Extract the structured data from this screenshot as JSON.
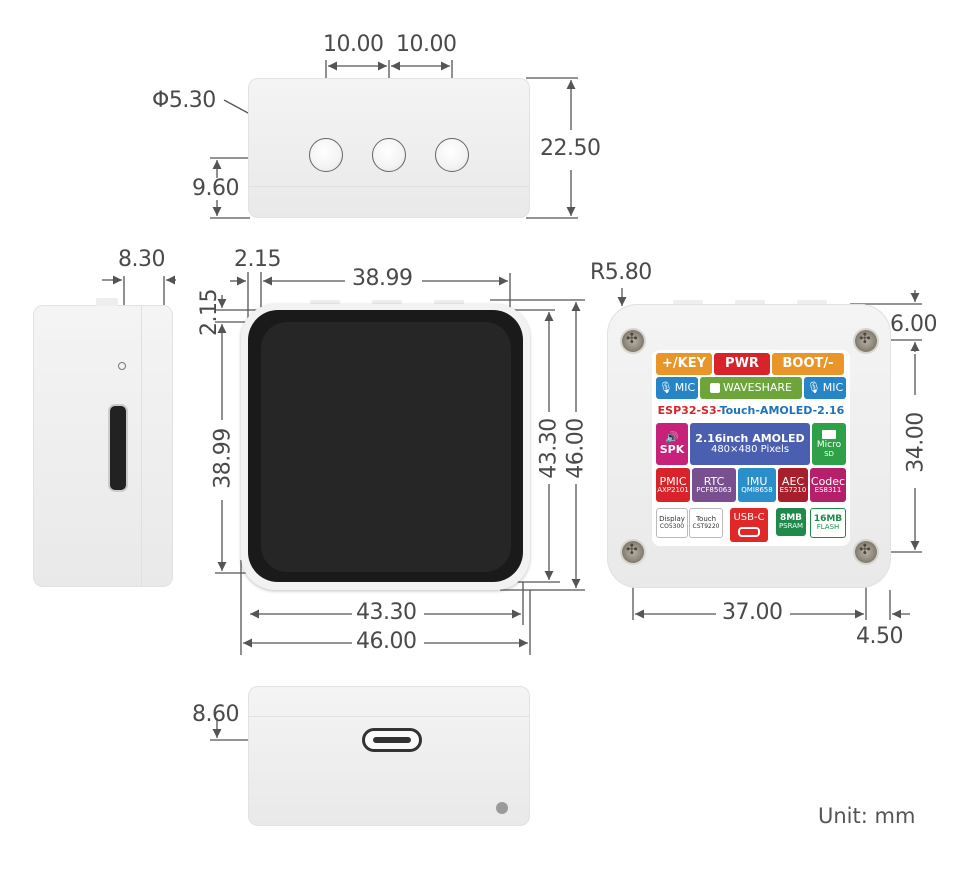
{
  "unit_label": "Unit: mm",
  "product": "ESP32-S3-Touch-AMOLED-2.16",
  "views": {
    "top": {
      "button_diameter": "Φ5.30",
      "button_spacing_1": "10.00",
      "button_spacing_2": "10.00",
      "button_height": "9.60",
      "depth": "22.50"
    },
    "left_side": {
      "sd_slot_offset": "8.30"
    },
    "front": {
      "bezel_left": "2.15",
      "bezel_top": "2.15",
      "display_width": "38.99",
      "display_height": "38.99",
      "inner_height": "43.30",
      "outer_height": "46.00",
      "inner_width": "43.30",
      "outer_width": "46.00"
    },
    "back": {
      "corner_radius": "R5.80",
      "screw_offset_top": "6.00",
      "screw_vertical_spacing": "34.00",
      "screw_horizontal_spacing": "37.00",
      "screw_offset_side": "4.50"
    },
    "bottom": {
      "usbc_offset": "8.60"
    }
  },
  "back_label": {
    "row1": [
      {
        "text": "+/KEY",
        "color": "#e8962a"
      },
      {
        "text": "PWR",
        "color": "#d8232a"
      },
      {
        "text": "BOOT/-",
        "color": "#e8962a"
      }
    ],
    "row2": [
      {
        "text": "MIC",
        "icon": "microphone-icon",
        "color": "#2585c6"
      },
      {
        "text": "WAVESHARE",
        "icon": "waveshare-logo-icon",
        "color": "#6ea53a"
      },
      {
        "text": "MIC",
        "icon": "microphone-icon",
        "color": "#2585c6"
      }
    ],
    "title_part1": "ESP32-S3-",
    "title_part2": "Touch-AMOLED-2.16",
    "row3": {
      "speaker": {
        "text": "SPK",
        "icon": "speaker-icon",
        "color": "#c8217a"
      },
      "display_line1": "2.16inch AMOLED",
      "display_line2": "480×480 Pixels",
      "display_color": "#4a5fb0",
      "sd": {
        "line1": "Micro",
        "line2": "SD",
        "icon": "sd-card-icon",
        "color": "#2ea048"
      }
    },
    "row4": [
      {
        "title": "PMIC",
        "sub": "AXP2101",
        "color": "#d8232a"
      },
      {
        "title": "RTC",
        "sub": "PCF85063",
        "color": "#7a4f8f"
      },
      {
        "title": "IMU",
        "sub": "QMI8658",
        "color": "#2a8fc9"
      },
      {
        "title": "AEC",
        "sub": "ES7210",
        "color": "#a81f2c"
      },
      {
        "title": "Codec",
        "sub": "ES8311",
        "color": "#b5206b"
      }
    ],
    "row5": [
      {
        "title": "Display",
        "sub": "CO5300",
        "style": "outline"
      },
      {
        "title": "Touch",
        "sub": "CST9220",
        "style": "outline"
      },
      {
        "title": "USB-C",
        "icon": "usb-c-icon",
        "color": "#e02828"
      },
      {
        "title": "8MB",
        "sub": "PSRAM",
        "color": "#1f8a4a"
      },
      {
        "title": "16MB",
        "sub": "FLASH",
        "style": "outline-green"
      }
    ]
  }
}
